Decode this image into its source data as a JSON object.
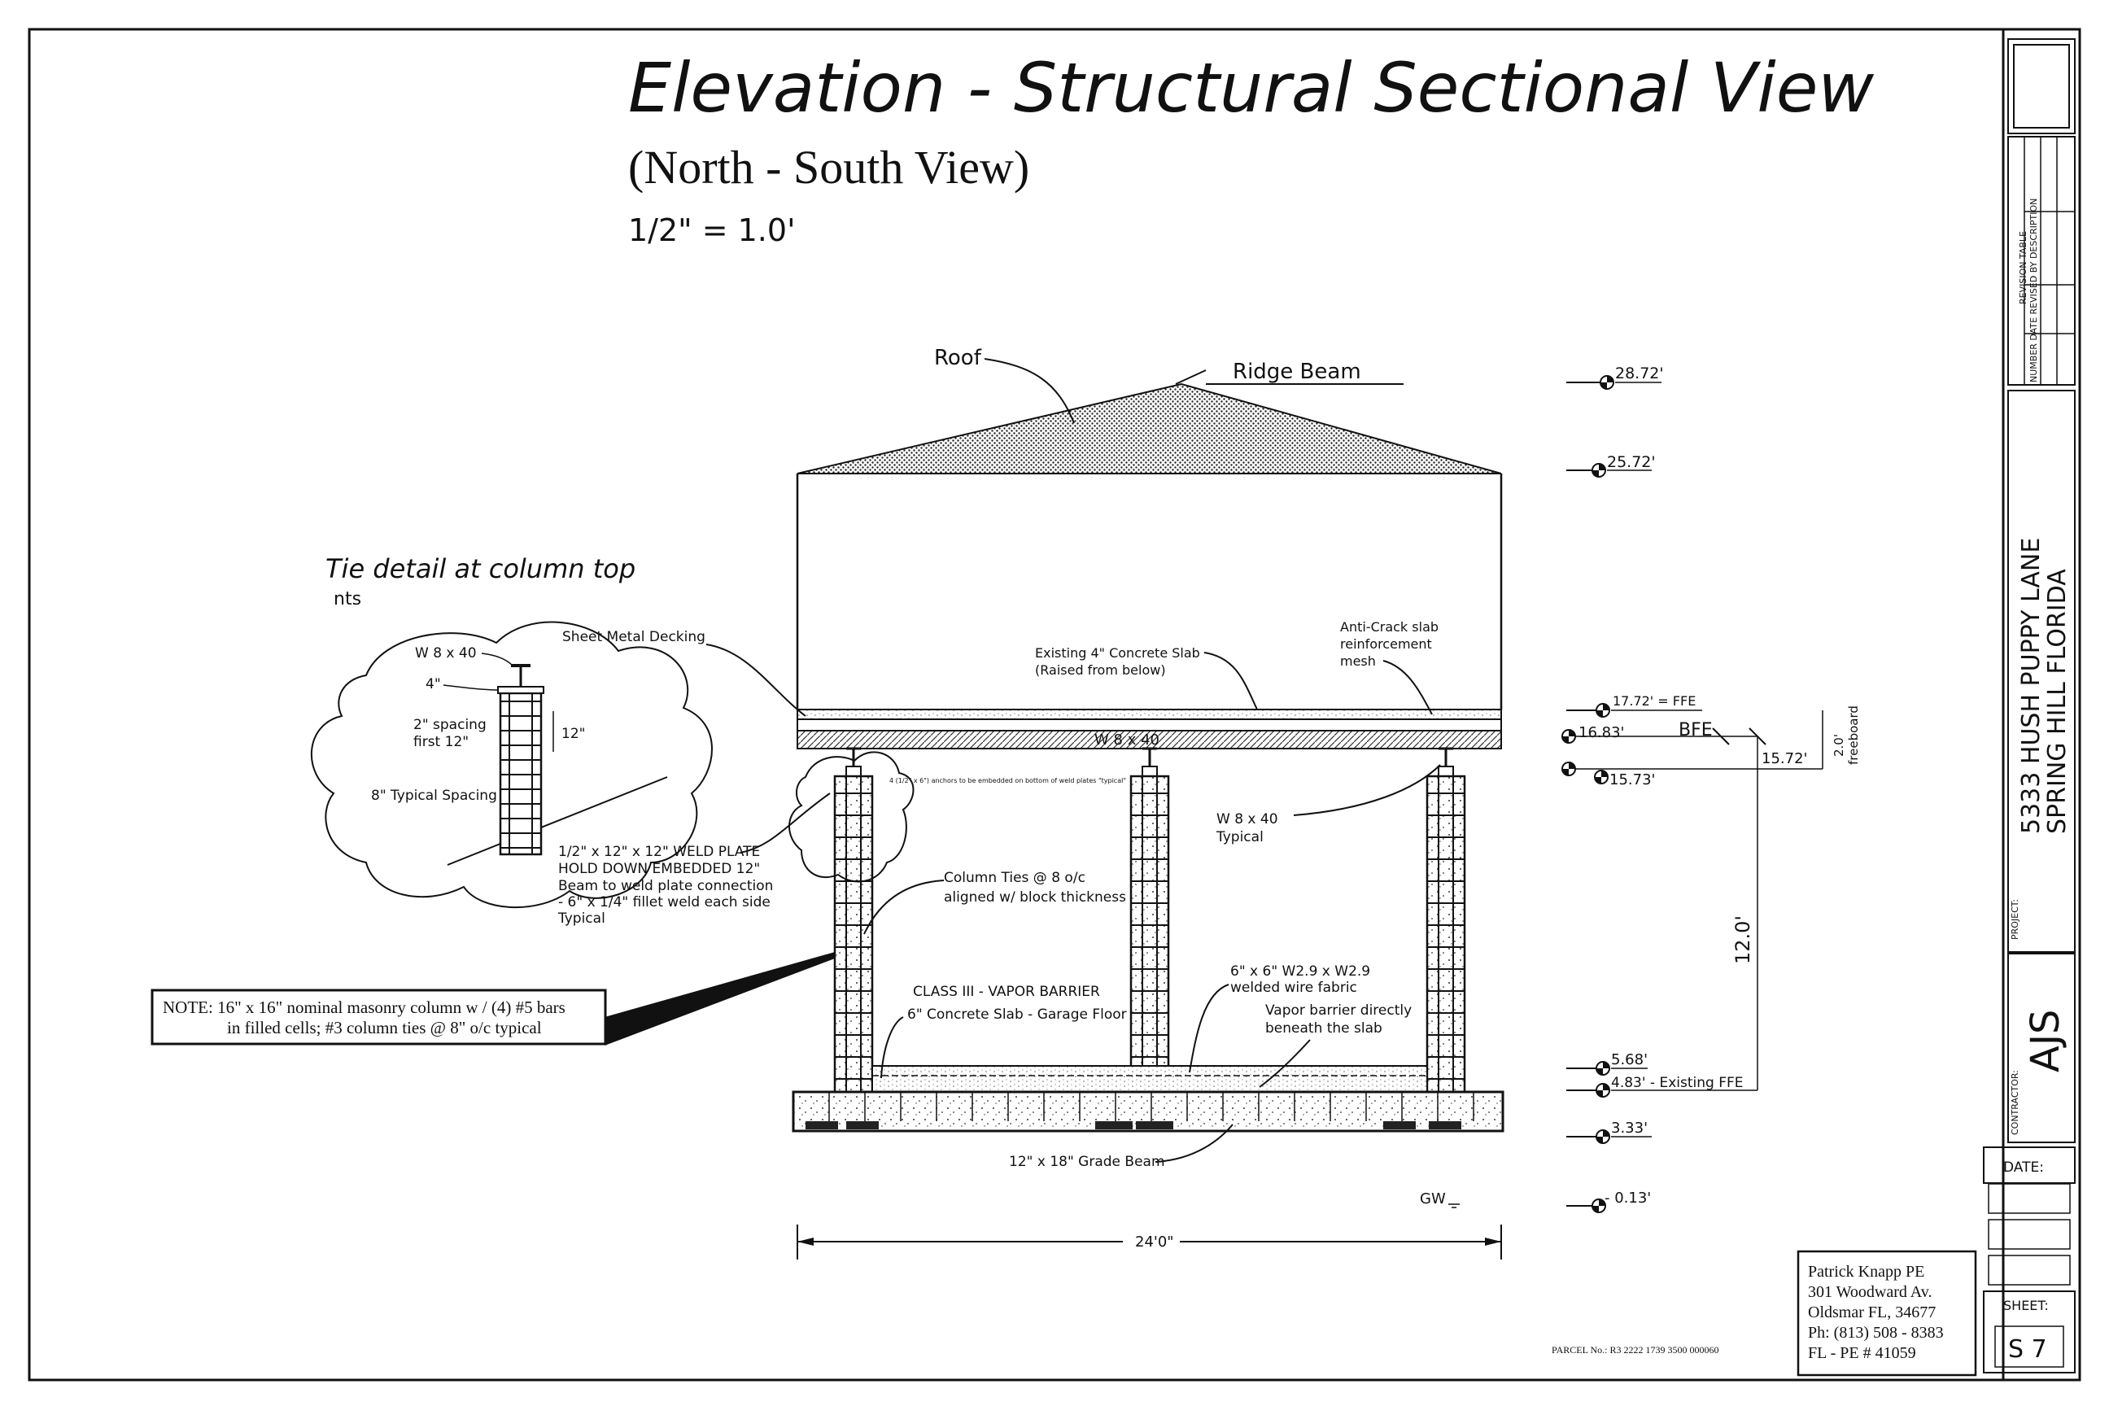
{
  "title": {
    "main": "Elevation - Structural Sectional View",
    "sub": "(North - South View)",
    "scale": "1/2\" = 1.0'"
  },
  "detail": {
    "title": "Tie detail at column top",
    "nts": "nts",
    "beam": "W 8 x 40",
    "plate_thk": "4\"",
    "spacing_first": "2\" spacing",
    "spacing_first2": "first 12\"",
    "dim12": "12\"",
    "typical_spacing": "8\" Typical Spacing",
    "decking": "Sheet Metal Decking",
    "anchor_note": "4 (1/2\" x 6\") anchors to be embedded on bottom of weld plates \"typical\""
  },
  "labels": {
    "roof": "Roof",
    "ridge": "Ridge Beam",
    "slab_existing_1": "Existing 4\" Concrete Slab",
    "slab_existing_2": "(Raised from below)",
    "anticrack_1": "Anti-Crack slab",
    "anticrack_2": "reinforcement",
    "anticrack_3": "mesh",
    "beam_center": "W 8 x 40",
    "beam_right_1": "W 8 x 40",
    "beam_right_2": "Typical",
    "weld_1": "1/2\" x 12\" x 12\" WELD PLATE",
    "weld_2": "HOLD DOWN EMBEDDED 12\"",
    "weld_3": "Beam to weld plate connection",
    "weld_4": "- 6\" x 1/4\" fillet weld each side",
    "weld_5": "Typical",
    "ties_1": "Column Ties @ 8 o/c",
    "ties_2": "aligned w/ block thickness",
    "vapor_1": "CLASS III - VAPOR BARRIER",
    "vapor_2": "6\" Concrete Slab - Garage Floor",
    "wwf_1": "6\" x 6\" W2.9 x W2.9",
    "wwf_2": "welded wire fabric",
    "vb_1": "Vapor barrier directly",
    "vb_2": "beneath the slab",
    "grade_beam": "12\" x 18\" Grade Beam",
    "gw": "GW",
    "width": "24'0\"",
    "note_1": "NOTE:  16\" x 16\" nominal masonry column w / (4) #5 bars",
    "note_2": "in filled cells; #3 column ties @ 8\" o/c typical",
    "parcel": "PARCEL No.: R3 2222 1739 3500 000060"
  },
  "elevations": {
    "e1": "28.72'",
    "e2": "25.72'",
    "e3": "17.72' = FFE",
    "e4": "16.83'",
    "bfe": "BFE",
    "e5": "15.72'",
    "e6": "15.73'",
    "freeboard_1": "2.0'",
    "freeboard_2": "freeboard",
    "e7": "5.68'",
    "e8": "4.83' - Existing FFE",
    "e9": "3.33'",
    "e10": "- 0.13'",
    "dim12": "12.0'"
  },
  "titleblock": {
    "revision_1": "REVISION TABLE",
    "revision_2": "NUMBER DATE REVISED BY DESCRIPTION",
    "project_label": "PROJECT:",
    "project_1": "5333 HUSH PUPPY LANE",
    "project_2": "SPRING HILL FLORIDA",
    "contractor_label": "CONTRACTOR:",
    "contractor": "AJS",
    "date_label": "DATE:",
    "sheet_label": "SHEET:",
    "sheet": "S 7"
  },
  "engineer": {
    "line1": "Patrick Knapp PE",
    "line2": "301 Woodward Av.",
    "line3": "Oldsmar FL, 34677",
    "line4": "Ph: (813) 508 - 8383",
    "line5": "FL - PE # 41059"
  }
}
